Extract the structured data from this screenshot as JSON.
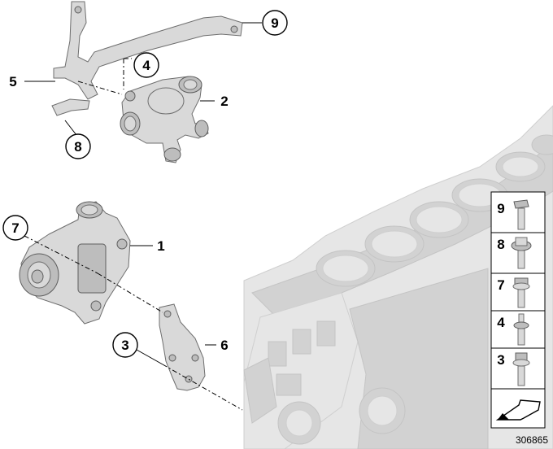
{
  "callouts": {
    "c9": "9",
    "c4": "4",
    "c5": "5",
    "c2": "2",
    "c8": "8",
    "c7": "7",
    "c1": "1",
    "c3": "3",
    "c6": "6"
  },
  "legend": {
    "items": [
      {
        "number": "9",
        "part": "bolt-icon"
      },
      {
        "number": "8",
        "part": "flange-bolt-icon"
      },
      {
        "number": "7",
        "part": "collar-bolt-icon"
      },
      {
        "number": "4",
        "part": "stud-bolt-icon"
      },
      {
        "number": "3",
        "part": "hex-bolt-icon"
      }
    ],
    "arrow_icon": "reference-arrow-icon"
  },
  "diagram_number": "306865"
}
